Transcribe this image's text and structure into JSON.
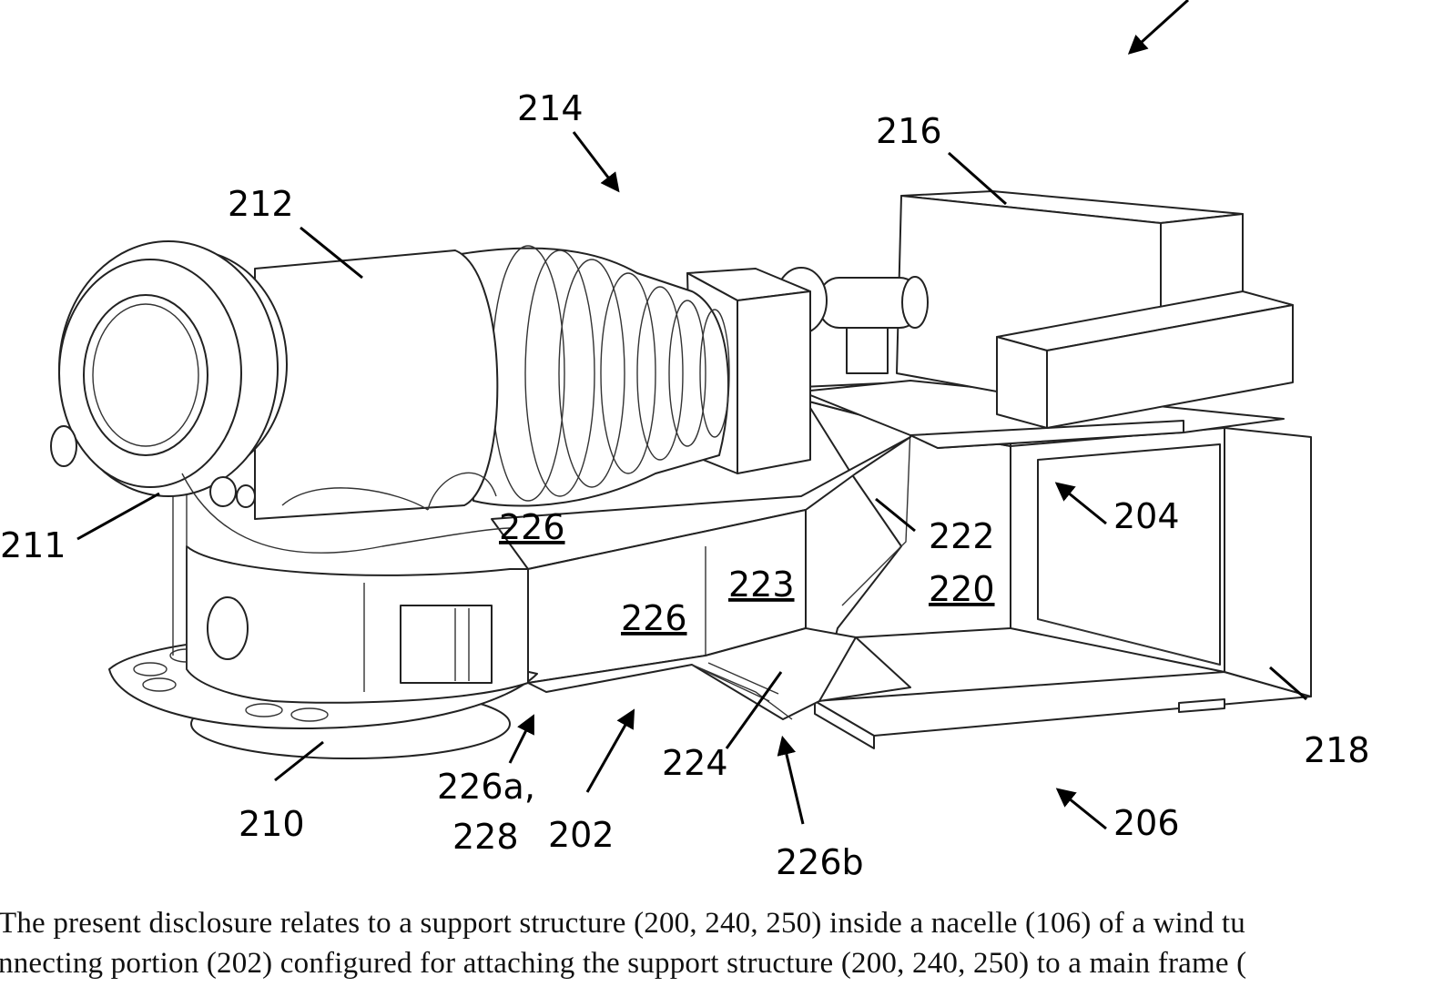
{
  "figure": {
    "labels": {
      "l200_arrow": "",
      "l214": "214",
      "l216": "216",
      "l212": "212",
      "l211": "211",
      "l226_top": "226",
      "l226_mid": "226",
      "l223": "223",
      "l222": "222",
      "l220": "220",
      "l204": "204",
      "l218": "218",
      "l210": "210",
      "l226a": "226a,",
      "l228": "228",
      "l202": "202",
      "l224": "224",
      "l226b": "226b",
      "l206": "206"
    }
  },
  "abstract": {
    "line1": "The present disclosure relates to a support structure (200, 240, 250) inside a nacelle (106) of a wind tu",
    "line2": "nnecting portion (202) configured for attaching the support structure (200, 240, 250) to a main frame ("
  }
}
